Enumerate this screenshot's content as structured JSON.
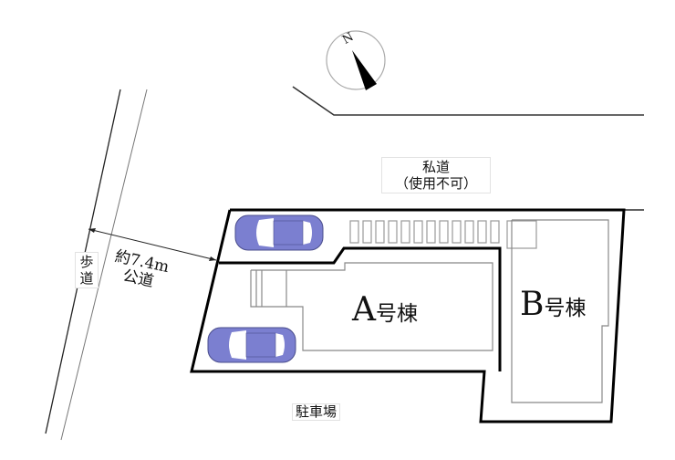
{
  "plan": {
    "compass": {
      "label": "N",
      "icon": "north-arrow-icon"
    },
    "roads": {
      "private_road": {
        "line1": "私道",
        "line2": "（使用不可）"
      },
      "public_road": {
        "width_label": "約7.4m",
        "type_label": "公道"
      },
      "sidewalk": {
        "label_char1": "歩",
        "label_char2": "道"
      }
    },
    "buildings": [
      {
        "id": "A",
        "letter": "A",
        "suffix": "号棟"
      },
      {
        "id": "B",
        "letter": "B",
        "suffix": "号棟"
      }
    ],
    "parking": {
      "label": "駐車場"
    },
    "cars": [
      {
        "position": "upper-left",
        "color": "#7b7fd0"
      },
      {
        "position": "lower-left",
        "color": "#7b7fd0"
      }
    ],
    "colors": {
      "boundary": "#000000",
      "building_outline": "#888888",
      "car_body": "#7b7fd0",
      "car_outline": "#4a4d8c"
    }
  }
}
